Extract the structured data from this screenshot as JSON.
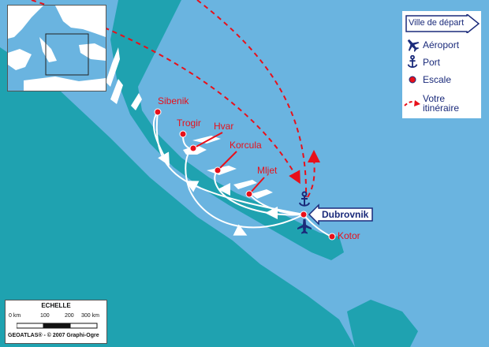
{
  "legend": {
    "departure": "Ville de départ",
    "airport": "Aéroport",
    "port": "Port",
    "stopover": "Escale",
    "itinerary_line1": "Votre",
    "itinerary_line2": "itinéraire"
  },
  "cities": {
    "sibenik": "Sibenik",
    "trogir": "Trogir",
    "hvar": "Hvar",
    "korcula": "Korcula",
    "mljet": "Mljet",
    "kotor": "Kotor"
  },
  "departure_city": "Dubrovnik",
  "scale": {
    "title": "ECHELLE",
    "ticks": [
      "0 km",
      "100",
      "200",
      "300 km"
    ],
    "copyright": "GEOATLAS® - © 2007 Graphi-Ogre"
  },
  "colors": {
    "sea": "#6ab4e0",
    "land": "#1fa2b0",
    "route": "#e8101a",
    "icon": "#1a2a7a",
    "itinerary_arrow": "#ffffff"
  }
}
